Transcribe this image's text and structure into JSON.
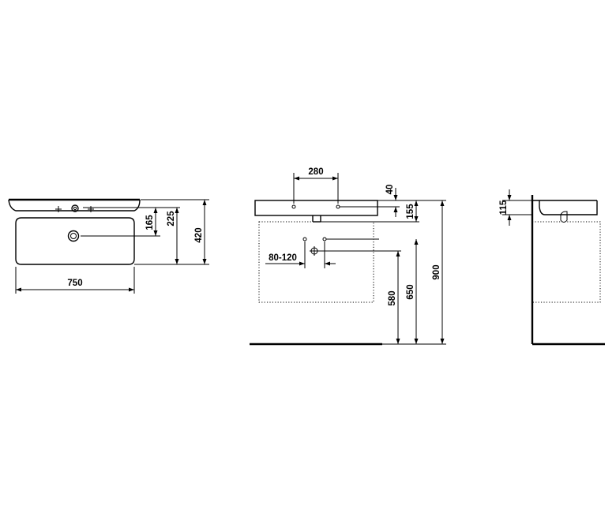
{
  "dimensions": {
    "top_width": "750",
    "top_depth": "420",
    "top_tap_hole": "225",
    "top_waste": "165",
    "front_tap_spacing": "280",
    "front_rim": "40",
    "front_overflow": "155",
    "front_waste_range": "80-120",
    "front_floor_580": "580",
    "front_floor_650": "650",
    "front_floor_900": "900",
    "side_height": "115"
  }
}
